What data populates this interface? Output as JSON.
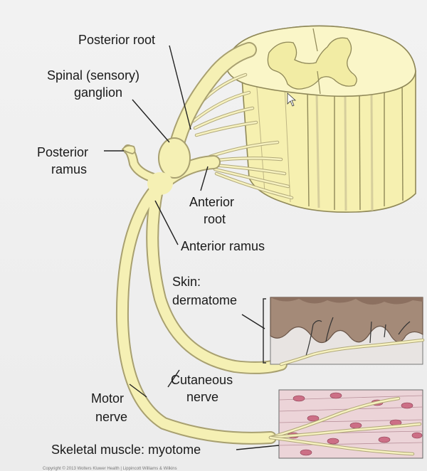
{
  "labels": {
    "posterior_root": "Posterior root",
    "spinal_ganglion_1": "Spinal (sensory)",
    "spinal_ganglion_2": "ganglion",
    "posterior_ramus_1": "Posterior",
    "posterior_ramus_2": "ramus",
    "anterior_root_1": "Anterior",
    "anterior_root_2": "root",
    "anterior_ramus": "Anterior ramus",
    "skin_1": "Skin:",
    "skin_2": "dermatome",
    "cutaneous_1": "Cutaneous",
    "cutaneous_2": "nerve",
    "motor_1": "Motor",
    "motor_2": "nerve",
    "skeletal_muscle": "Skeletal muscle: myotome"
  },
  "copyright": "Copyright © 2013 Wolters Kluwer Health | Lippincott Williams & Wilkins",
  "colors": {
    "nerve_fill": "#f5f0b4",
    "cord_fill": "#f6f0b0",
    "skin_dermis": "#a48a78",
    "muscle_fill": "#ecd4d8",
    "muscle_nuclei": "#cc6f86"
  }
}
